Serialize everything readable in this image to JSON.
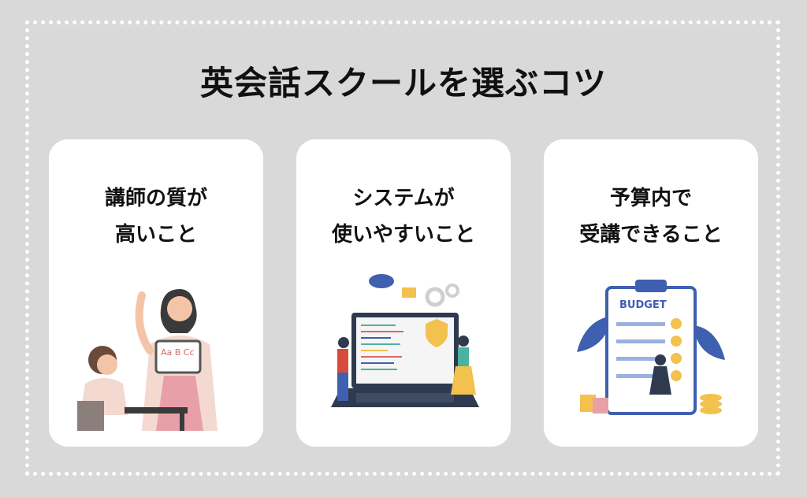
{
  "title": "英会話スクールを選ぶコツ",
  "cards": [
    {
      "line1": "講師の質が",
      "line2": "高いこと",
      "illustration": "teacher-icon",
      "board_text": "Aa B Cc"
    },
    {
      "line1": "システムが",
      "line2": "使いやすいこと",
      "illustration": "laptop-system-icon"
    },
    {
      "line1": "予算内で",
      "line2": "受講できること",
      "illustration": "budget-clipboard-icon",
      "clipboard_text": "BUDGET"
    }
  ],
  "colors": {
    "background": "#d9d9d9",
    "card": "#ffffff",
    "accent_pink": "#e8a0a8",
    "accent_yellow": "#f2c14e",
    "accent_blue": "#3f5fb0"
  }
}
